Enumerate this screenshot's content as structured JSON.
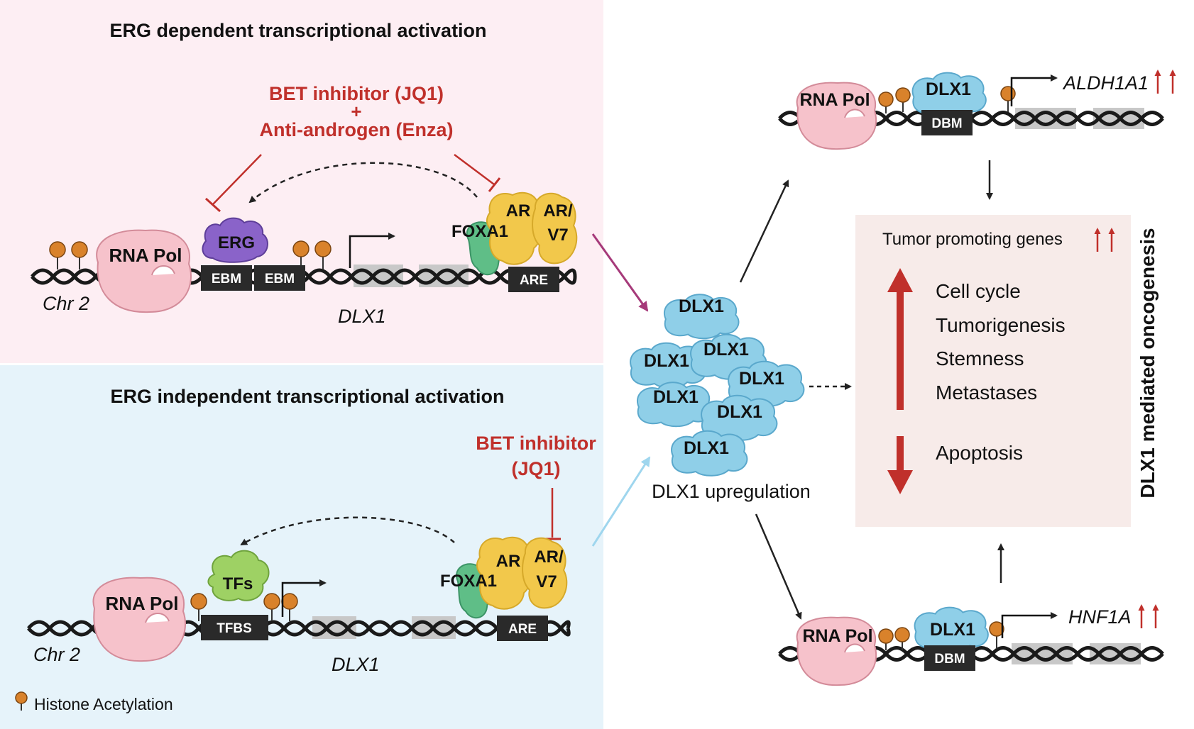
{
  "panels": {
    "top_title": "ERG dependent transcriptional activation",
    "bottom_title": "ERG independent transcriptional activation"
  },
  "inhibitors": {
    "top_line1": "BET inhibitor (JQ1)",
    "top_plus": "+",
    "top_line2": "Anti-androgen (Enza)",
    "bottom_line1": "BET inhibitor",
    "bottom_line2": "(JQ1)"
  },
  "labels": {
    "chr": "Chr 2",
    "gene": "DLX1",
    "rna_pol": "RNA Pol",
    "erg": "ERG",
    "ebm": "EBM",
    "are": "ARE",
    "ar": "AR",
    "ar_v7_line1": "AR/",
    "ar_v7_line2": "V7",
    "foxa1": "FOXA1",
    "tfs": "TFs",
    "tfbs": "TFBS",
    "dbm": "DBM",
    "dlx1": "DLX1",
    "upregulation": "DLX1 upregulation",
    "target_top": "ALDH1A1",
    "target_bottom": "HNF1A"
  },
  "outcomes": {
    "header": "Tumor promoting genes",
    "up_items": [
      "Cell cycle",
      "Tumorigenesis",
      "Stemness",
      "Metastases"
    ],
    "down_items": [
      "Apoptosis"
    ],
    "side_label": "DLX1 mediated oncogenesis"
  },
  "legend": {
    "histone": "Histone Acetylation"
  },
  "colors": {
    "top_panel_bg": "#fdeef3",
    "bottom_panel_bg": "#e6f3fa",
    "outcome_box_bg": "#f7ebe9",
    "inhibitor_red": "#c0302b",
    "rna_pol_pink": "#f6c2cb",
    "erg_purple": "#8a63c9",
    "ar_yellow": "#f2c84b",
    "foxa1_green": "#5fbe87",
    "tfs_green": "#9ed164",
    "dlx1_blue": "#8fcfe8",
    "acetylation_orange": "#d9822b",
    "arrow_magenta": "#a63a7a",
    "arrow_lightblue": "#9fd6ee"
  }
}
